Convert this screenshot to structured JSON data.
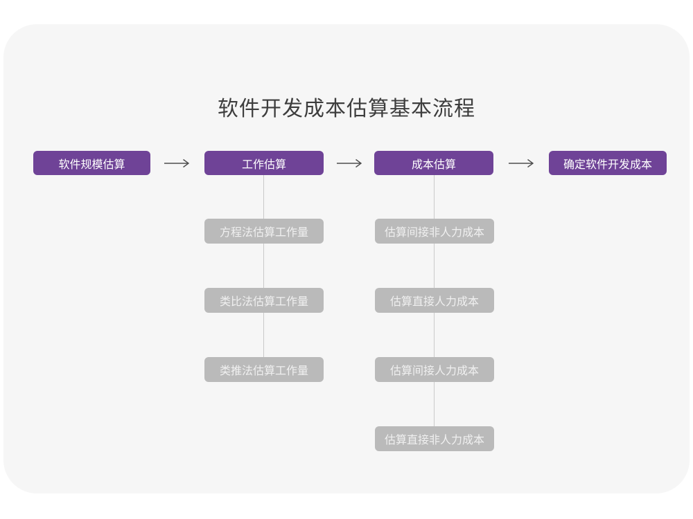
{
  "page": {
    "title": "软件开发成本估算基本流程"
  },
  "flow": {
    "main_steps": [
      {
        "label": "软件规模估算"
      },
      {
        "label": "工作估算"
      },
      {
        "label": "成本估算"
      },
      {
        "label": "确定软件开发成本"
      }
    ],
    "work_estimation_methods": [
      {
        "label": "方程法估算工作量"
      },
      {
        "label": "类比法估算工作量"
      },
      {
        "label": "类推法估算工作量"
      }
    ],
    "cost_estimation_steps": [
      {
        "label": "估算间接非人力成本"
      },
      {
        "label": "估算直接人力成本"
      },
      {
        "label": "估算间接人力成本"
      },
      {
        "label": "估算直接非人力成本"
      }
    ]
  },
  "colors": {
    "primary_node": "#6f4397",
    "primary_node_text": "#ffffff",
    "sub_node": "#bababa",
    "sub_node_text": "#f0f0f0",
    "arrow": "#4d4d4d",
    "connector_line": "#c9c9c9",
    "card_background": "#f6f6f6",
    "page_background": "#ffffff",
    "title_text": "#3d3d3d"
  }
}
